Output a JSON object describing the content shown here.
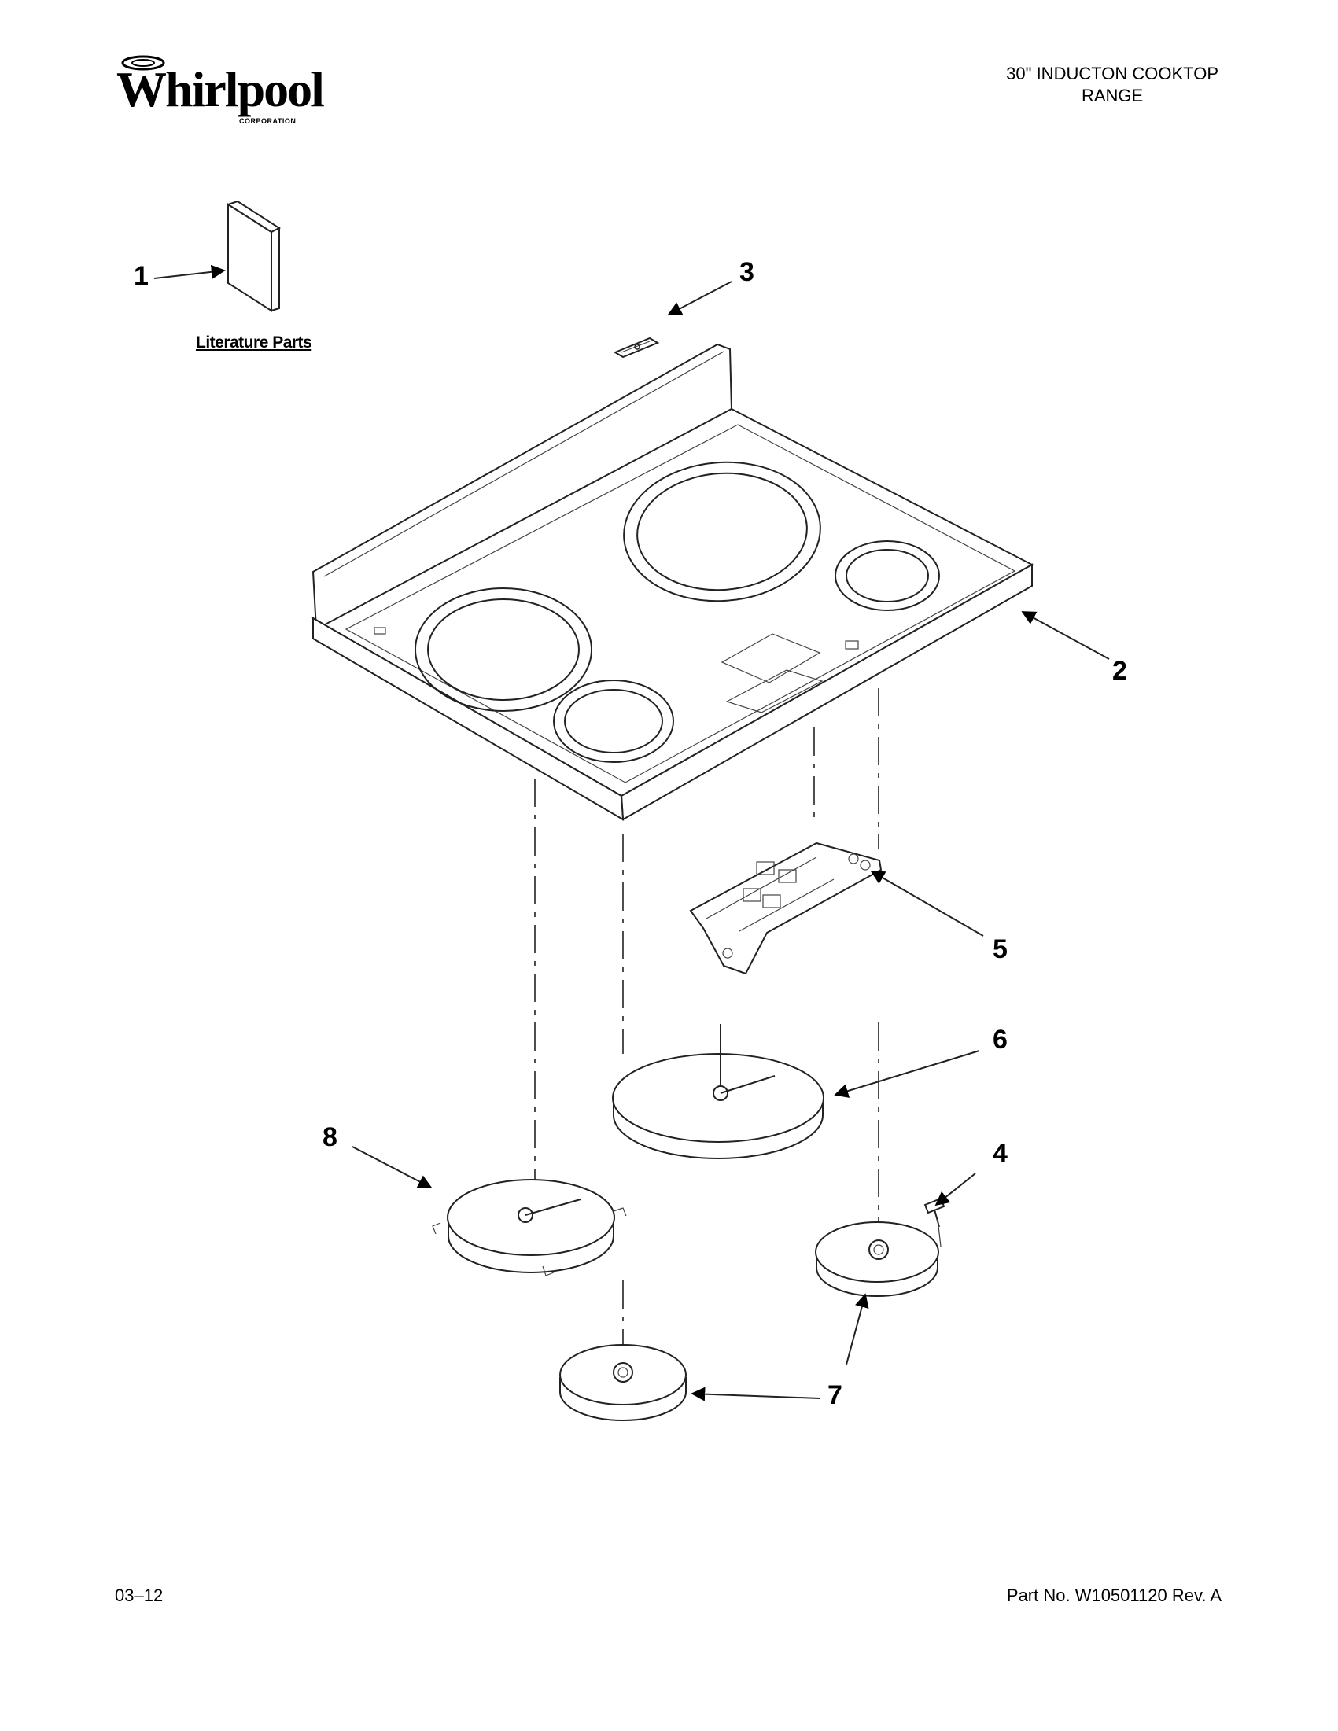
{
  "header": {
    "brand": "Whirlpool",
    "brand_sub": "CORPORATION",
    "title_line1": "30\" INDUCTON COOKTOP",
    "title_line2": "RANGE"
  },
  "literature_label": "Literature Parts",
  "callouts": [
    "1",
    "2",
    "3",
    "4",
    "5",
    "6",
    "7",
    "8"
  ],
  "footer": {
    "date_code": "03–12",
    "part_number": "Part No. W10501120 Rev. A"
  }
}
